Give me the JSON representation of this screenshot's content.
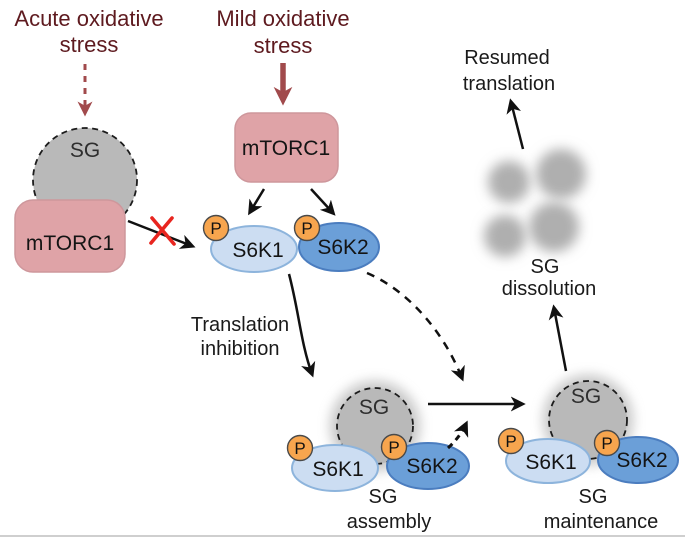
{
  "figure_type": "signaling-pathway-diagram",
  "colors": {
    "maroon_text": "#5E1A1F",
    "red_arrow": "#A14A4C",
    "red_x": "#E8251F",
    "pink_box_fill": "#DFA3A7",
    "pink_box_border": "#CE979C",
    "sg_gray_fill": "#B9B9B9",
    "s6k1_fill": "#CCDDF2",
    "s6k1_border": "#8DB4DC",
    "s6k2_fill": "#6B9FD8",
    "s6k2_border": "#4B7DBF",
    "phospho_orange": "#F7A54E",
    "black_arrow": "#111111"
  },
  "nodes": {
    "acute_stress": {
      "line1": "Acute oxidative",
      "line2": "stress"
    },
    "mild_stress": {
      "line1": "Mild oxidative",
      "line2": "stress"
    },
    "sg_left": {
      "label": "SG"
    },
    "mtorc1_left": {
      "label": "mTORC1"
    },
    "mtorc1_mid": {
      "label": "mTORC1"
    },
    "s6k1": {
      "label": "S6K1",
      "phospho": "P"
    },
    "s6k2": {
      "label": "S6K2",
      "phospho": "P"
    },
    "translation_inhibition": {
      "line1": "Translation",
      "line2": "inhibition"
    },
    "assembly": {
      "sg": "SG",
      "s6k1": "S6K1",
      "s6k2": "S6K2",
      "p1": "P",
      "p2": "P",
      "caption1": "SG",
      "caption2": "assembly"
    },
    "maintenance": {
      "sg": "SG",
      "s6k1": "S6K1",
      "s6k2": "S6K2",
      "p1": "P",
      "p2": "P",
      "caption1": "SG",
      "caption2": "maintenance"
    },
    "dissolution": {
      "line1": "SG",
      "line2": "dissolution"
    },
    "resumed": {
      "line1": "Resumed",
      "line2": "translation"
    }
  }
}
